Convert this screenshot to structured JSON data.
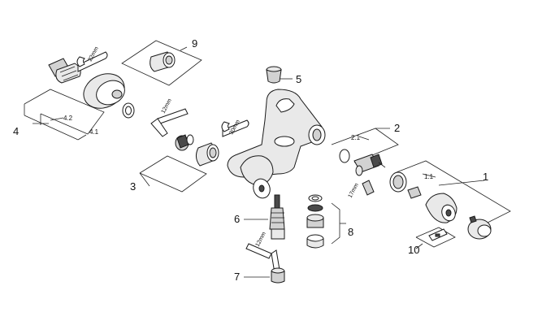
{
  "labels": {
    "p1": "1",
    "p1_1": "1.1",
    "p2": "2",
    "p2_1": "2.1",
    "p3": "3",
    "p4": "4",
    "p4_1": "4.1",
    "p4_2": "4.2",
    "p5": "5",
    "p6": "6",
    "p7": "7",
    "p8": "8",
    "p9": "9",
    "p10": "10"
  },
  "dimensions": {
    "d22": "22mm",
    "d12a": "12mm",
    "d30": "30mm",
    "d17": "17mm",
    "d12b": "12mm"
  }
}
